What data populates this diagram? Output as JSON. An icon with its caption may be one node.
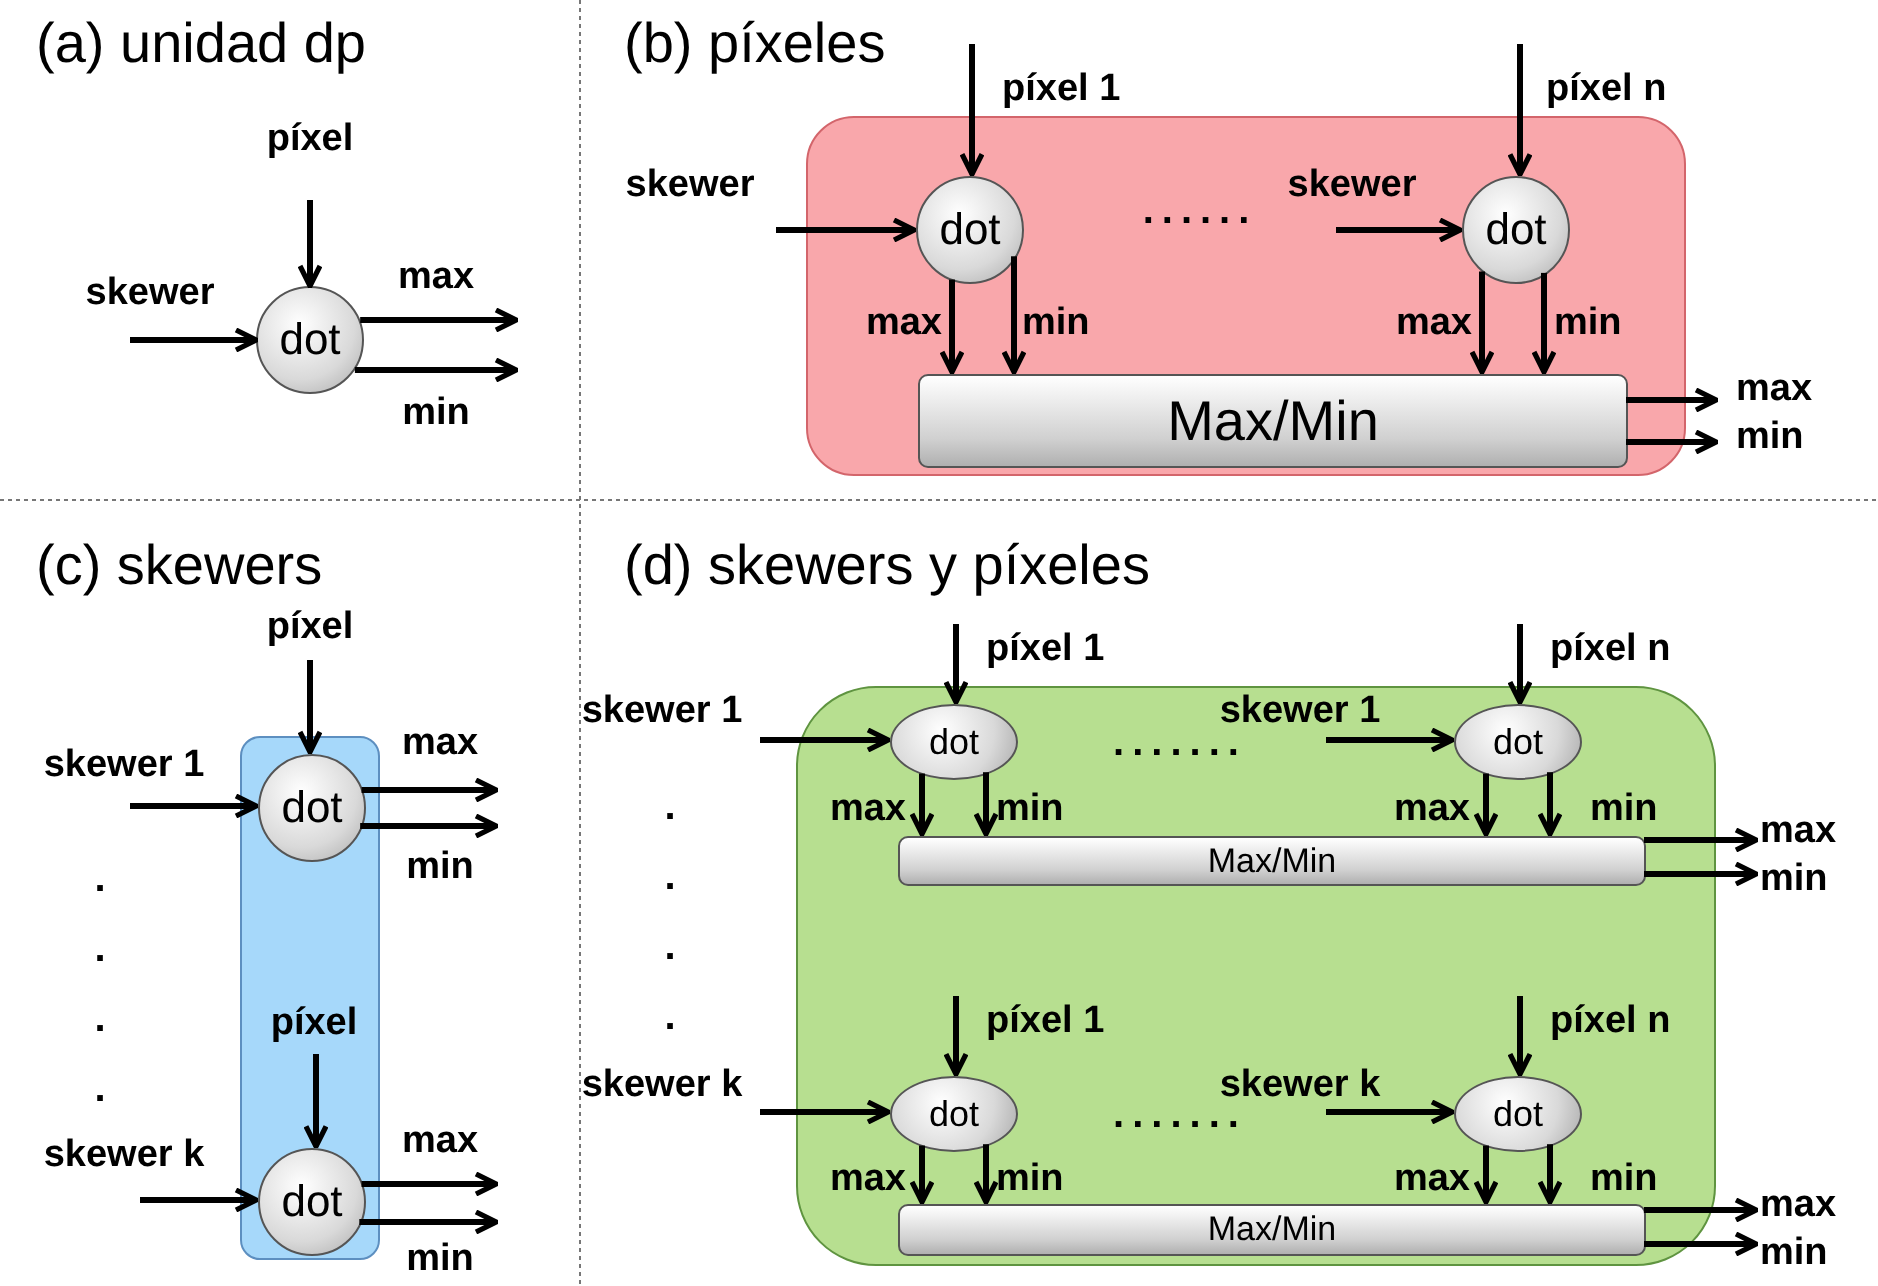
{
  "diagram": {
    "nodes": [
      {
        "text": [
          "dot"
        ]
      },
      {
        "text": [],
        "shape": "box"
      },
      {
        "text": [
          "dot"
        ],
        "in": 1
      },
      {
        "text": [
          "dot"
        ],
        "in": 1
      },
      {
        "text": [
          "Max/Min"
        ],
        "in": 1
      },
      {
        "text": [],
        "shape": "box"
      },
      {
        "text": [
          "dot"
        ],
        "in": 5
      },
      {
        "text": [
          "dot"
        ],
        "in": 5
      },
      {
        "text": [],
        "shape": "box"
      },
      {
        "text": [
          "dot"
        ],
        "in": 8
      },
      {
        "text": [
          "dot"
        ],
        "in": 8
      },
      {
        "text": [
          "Max/Min"
        ],
        "in": 8
      },
      {
        "text": [
          "dot"
        ],
        "in": 8
      },
      {
        "text": [
          "dot"
        ],
        "in": 8
      },
      {
        "text": [
          "Max/Min"
        ],
        "in": 8
      }
    ],
    "edges": [
      {
        "from": null,
        "to": 0,
        "arrow": "to",
        "label": "píxel"
      },
      {
        "from": null,
        "to": 0,
        "arrow": "to",
        "label": "skewer"
      },
      {
        "from": 0,
        "to": null,
        "arrow": "to",
        "label": "max"
      },
      {
        "from": 0,
        "to": null,
        "arrow": "to",
        "label": "min"
      },
      {
        "from": null,
        "to": 2,
        "arrow": "to",
        "label": "píxel 1"
      },
      {
        "from": null,
        "to": 2,
        "arrow": "to",
        "label": "skewer"
      },
      {
        "from": null,
        "to": 3,
        "arrow": "to",
        "label": "píxel n"
      },
      {
        "from": null,
        "to": 3,
        "arrow": "to",
        "label": "skewer"
      },
      {
        "from": 2,
        "to": 4,
        "arrow": "to",
        "label": "max"
      },
      {
        "from": 2,
        "to": 4,
        "arrow": "to",
        "label": "min"
      },
      {
        "from": 3,
        "to": 4,
        "arrow": "to",
        "label": "max"
      },
      {
        "from": 3,
        "to": 4,
        "arrow": "to",
        "label": "min"
      },
      {
        "from": 4,
        "to": null,
        "arrow": "to",
        "label": "max"
      },
      {
        "from": 4,
        "to": null,
        "arrow": "to",
        "label": "min"
      },
      {
        "from": null,
        "to": 6,
        "arrow": "to",
        "label": "píxel"
      },
      {
        "from": null,
        "to": 6,
        "arrow": "to",
        "label": "skewer 1"
      },
      {
        "from": 6,
        "to": null,
        "arrow": "to",
        "label": "max"
      },
      {
        "from": 6,
        "to": null,
        "arrow": "to",
        "label": "min"
      },
      {
        "from": null,
        "to": 7,
        "arrow": "to",
        "label": "píxel"
      },
      {
        "from": null,
        "to": 7,
        "arrow": "to",
        "label": "skewer k"
      },
      {
        "from": 7,
        "to": null,
        "arrow": "to",
        "label": "max"
      },
      {
        "from": 7,
        "to": null,
        "arrow": "to",
        "label": "min"
      },
      {
        "from": null,
        "to": 9,
        "arrow": "to",
        "label": "píxel 1"
      },
      {
        "from": null,
        "to": 9,
        "arrow": "to",
        "label": "skewer 1"
      },
      {
        "from": null,
        "to": 10,
        "arrow": "to",
        "label": "píxel n"
      },
      {
        "from": null,
        "to": 10,
        "arrow": "to",
        "label": "skewer 1"
      },
      {
        "from": 9,
        "to": 11,
        "arrow": "to",
        "label": "max"
      },
      {
        "from": 9,
        "to": 11,
        "arrow": "to",
        "label": "min"
      },
      {
        "from": 10,
        "to": 11,
        "arrow": "to",
        "label": "max"
      },
      {
        "from": 10,
        "to": 11,
        "arrow": "to",
        "label": "min"
      },
      {
        "from": 11,
        "to": null,
        "arrow": "to",
        "label": "max"
      },
      {
        "from": 11,
        "to": null,
        "arrow": "to",
        "label": "min"
      },
      {
        "from": null,
        "to": 12,
        "arrow": "to",
        "label": "píxel 1"
      },
      {
        "from": null,
        "to": 12,
        "arrow": "to",
        "label": "skewer k"
      },
      {
        "from": null,
        "to": 13,
        "arrow": "to",
        "label": "píxel n"
      },
      {
        "from": null,
        "to": 13,
        "arrow": "to",
        "label": "skewer k"
      },
      {
        "from": 12,
        "to": 14,
        "arrow": "to",
        "label": "max"
      },
      {
        "from": 12,
        "to": 14,
        "arrow": "to",
        "label": "min"
      },
      {
        "from": 13,
        "to": 14,
        "arrow": "to",
        "label": "max"
      },
      {
        "from": 13,
        "to": 14,
        "arrow": "to",
        "label": "min"
      },
      {
        "from": 14,
        "to": null,
        "arrow": "to",
        "label": "max"
      },
      {
        "from": 14,
        "to": null,
        "arrow": "to",
        "label": "min"
      }
    ],
    "labels": [
      "(a) unidad dp",
      "(b) píxeles",
      "......",
      "(c) skewers",
      ".",
      ".",
      ".",
      ".",
      "(d) skewers y píxeles",
      ".......",
      ".......",
      ".",
      ".",
      ".",
      "."
    ]
  }
}
